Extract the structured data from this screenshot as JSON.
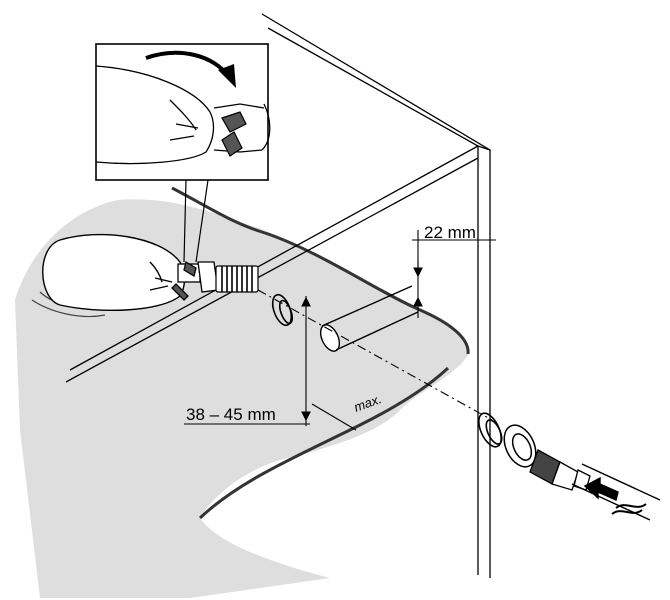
{
  "labels": {
    "hole_diameter": "22 mm",
    "mount_depth": "38 – 45 mm",
    "max": "max."
  },
  "colors": {
    "ink": "#000000",
    "cabinet_fill": "#dedede",
    "background": "#ffffff"
  },
  "icons": {
    "rotate": "curved-arrow-icon",
    "flow": "flow-direction-arrow-icon"
  }
}
